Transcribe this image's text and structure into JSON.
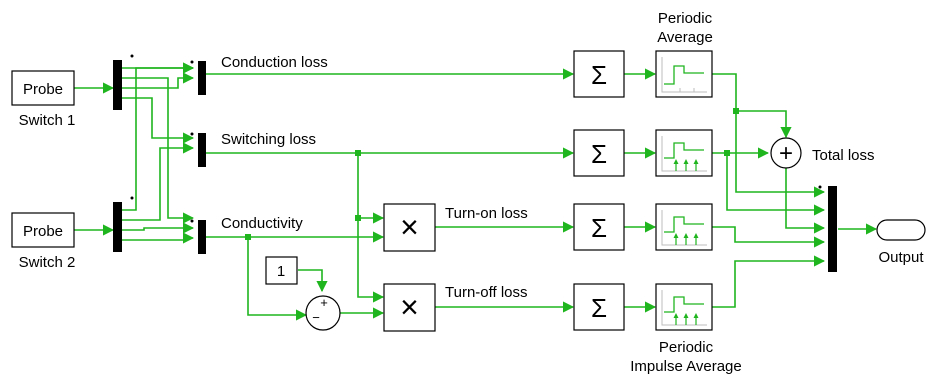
{
  "blocks": {
    "probe1": {
      "text": "Probe",
      "caption": "Switch 1"
    },
    "probe2": {
      "text": "Probe",
      "caption": "Switch 2"
    },
    "const": {
      "text": "1"
    },
    "sum_signs": {
      "plus": "+",
      "minus": "−"
    },
    "product_symbol": "×",
    "sum_symbol": "Σ",
    "total_sum_symbol": "+",
    "averages": {
      "top": [
        "Periodic",
        "Average"
      ],
      "bottom": [
        "Periodic",
        "Impulse Average"
      ]
    },
    "output": {
      "label": "Output"
    },
    "total_loss_label": "Total loss"
  },
  "signals": {
    "conduction": "Conduction loss",
    "switching": "Switching loss",
    "conductivity": "Conductivity",
    "turn_on": "Turn-on loss",
    "turn_off": "Turn-off loss"
  },
  "colors": {
    "wire": "#1fb51f",
    "block_border": "#000000",
    "bar": "#000000"
  }
}
